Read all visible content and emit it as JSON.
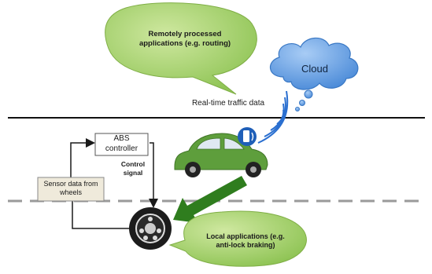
{
  "cloud_bubble": {
    "text_line1": "Remotely processed",
    "text_line2": "applications (e.g. routing)",
    "color": "#a8d36a"
  },
  "cloud": {
    "label": "Cloud",
    "color": "#6ea8e8"
  },
  "traffic_data_label": "Real-time traffic data",
  "abs_box": {
    "line1": "ABS",
    "line2": "controller"
  },
  "sensor_box": {
    "line1": "Sensor data from",
    "line2": "wheels",
    "color": "#efeadb"
  },
  "control_signal": {
    "line1": "Control",
    "line2": "signal"
  },
  "local_bubble": {
    "text_line1": "Local applications (e.g.",
    "text_line2": "anti-lock braking)",
    "color": "#a8d36a"
  },
  "car": {
    "color": "#5e9e3c",
    "icon": "phone-signal-icon"
  },
  "arrow_color": "#2f7d1e",
  "road_line_color": "#111111",
  "dashed_line_color": "#9a9a9a"
}
